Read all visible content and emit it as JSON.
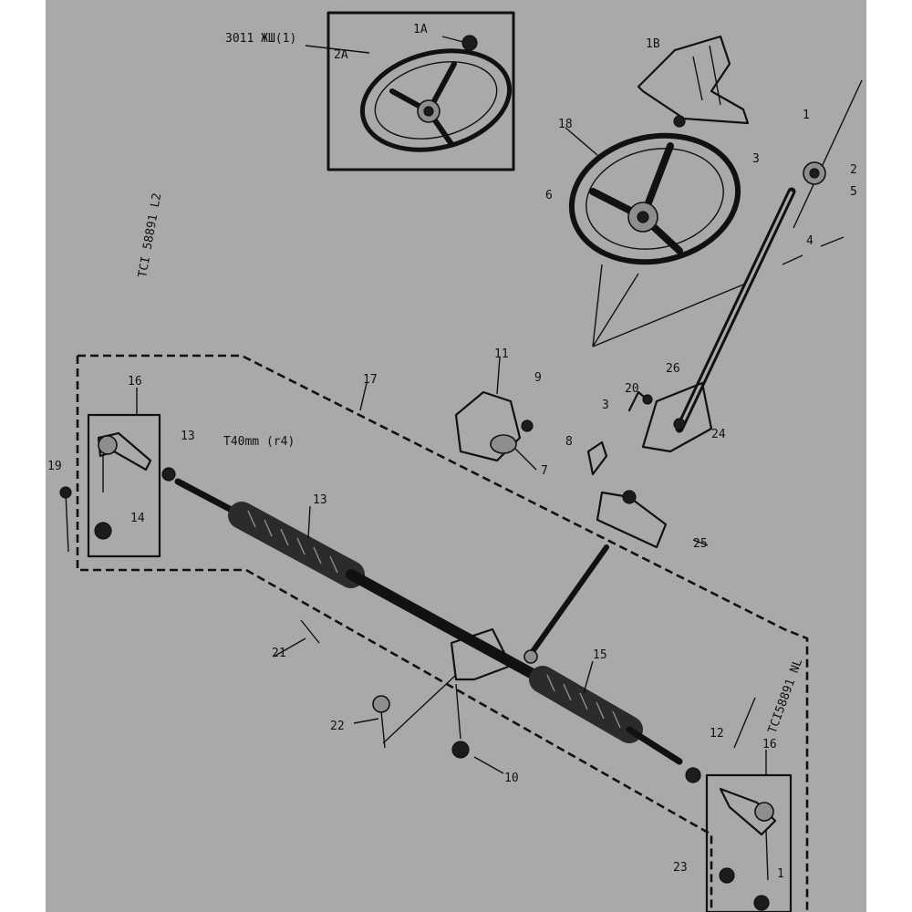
{
  "diagram": {
    "background": "#a9a9a9",
    "line_color": "#111111",
    "callouts": [
      {
        "id": "c-1a",
        "text": "1A"
      },
      {
        "id": "c-2a",
        "text": "2A"
      },
      {
        "id": "c-3011",
        "text": "3011 ЖШ(1)"
      },
      {
        "id": "c-1b",
        "text": "1B"
      },
      {
        "id": "c-1",
        "text": "1"
      },
      {
        "id": "c-2",
        "text": "2"
      },
      {
        "id": "c-3",
        "text": "3"
      },
      {
        "id": "c-4",
        "text": "4"
      },
      {
        "id": "c-5",
        "text": "5"
      },
      {
        "id": "c-6",
        "text": "6"
      },
      {
        "id": "c-7",
        "text": "7"
      },
      {
        "id": "c-8",
        "text": "8"
      },
      {
        "id": "c-9",
        "text": "9"
      },
      {
        "id": "c-10",
        "text": "10"
      },
      {
        "id": "c-11",
        "text": "11"
      },
      {
        "id": "c-12",
        "text": "12"
      },
      {
        "id": "c-13",
        "text": "13"
      },
      {
        "id": "c-13b",
        "text": "13"
      },
      {
        "id": "c-14",
        "text": "14"
      },
      {
        "id": "c-15",
        "text": "15"
      },
      {
        "id": "c-16",
        "text": "16"
      },
      {
        "id": "c-16b",
        "text": "16"
      },
      {
        "id": "c-17",
        "text": "17"
      },
      {
        "id": "c-18",
        "text": "18"
      },
      {
        "id": "c-19",
        "text": "19"
      },
      {
        "id": "c-20",
        "text": "20"
      },
      {
        "id": "c-21",
        "text": "21"
      },
      {
        "id": "c-22",
        "text": "22"
      },
      {
        "id": "c-23",
        "text": "23"
      },
      {
        "id": "c-24",
        "text": "24"
      },
      {
        "id": "c-25",
        "text": "25"
      },
      {
        "id": "c-26",
        "text": "26"
      },
      {
        "id": "c-1c",
        "text": "1"
      },
      {
        "id": "c-3b",
        "text": "3"
      },
      {
        "id": "c-tmm",
        "text": "T40mm (r4)"
      },
      {
        "id": "c-side",
        "text": "TCI 58891 L2"
      },
      {
        "id": "c-side2",
        "text": "TCI58891 NL"
      }
    ]
  }
}
